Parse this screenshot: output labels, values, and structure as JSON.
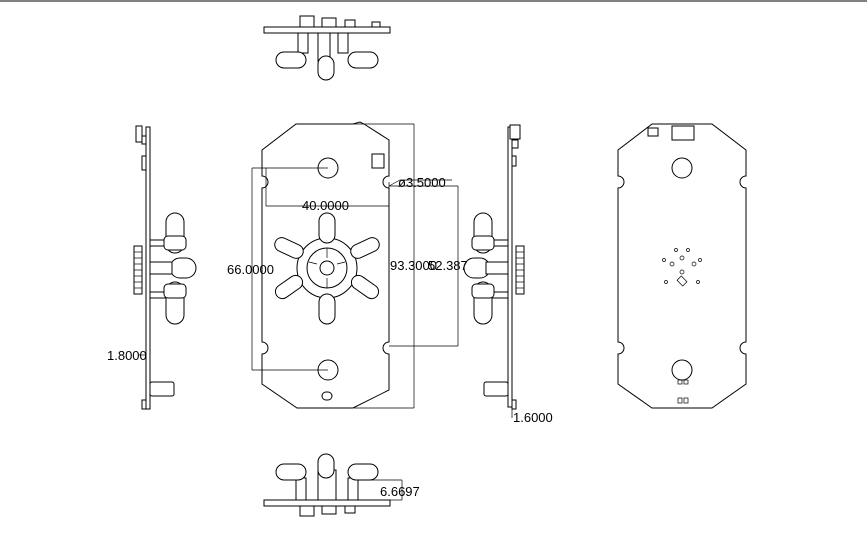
{
  "drawing": {
    "views": [
      "top-view",
      "left-side-view",
      "front-view",
      "right-side-view",
      "back-view",
      "bottom-view"
    ],
    "dimensions": {
      "hole_diameter": "ø3.5000",
      "hole_spacing_horizontal": "40.0000",
      "hole_spacing_vertical": "66.0000",
      "board_height": "93.3000",
      "inner_height": "52.387",
      "left_thickness": "1.8000",
      "right_thickness": "1.6000",
      "bottom_offset": "6.6697"
    }
  }
}
